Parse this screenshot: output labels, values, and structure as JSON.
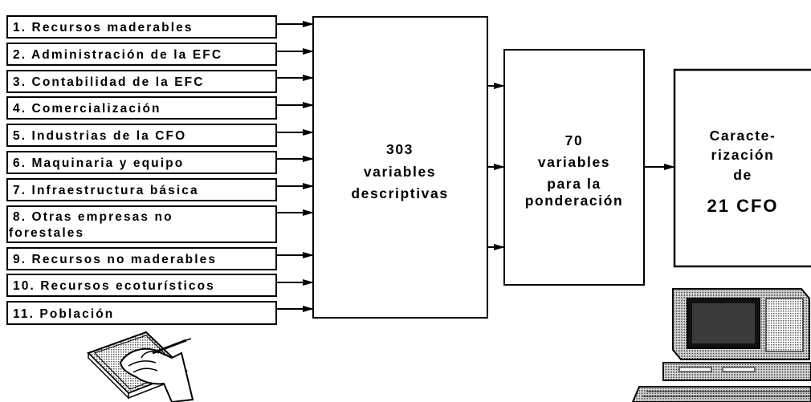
{
  "categories": [
    {
      "lines": [
        "1. Recursos maderables"
      ]
    },
    {
      "lines": [
        "2. Administración de la EFC"
      ]
    },
    {
      "lines": [
        "3. Contabilidad de la EFC"
      ]
    },
    {
      "lines": [
        "4. Comercialización"
      ]
    },
    {
      "lines": [
        "5. Industrias de la CFO"
      ]
    },
    {
      "lines": [
        "6. Maquinaria y equipo"
      ]
    },
    {
      "lines": [
        "7. Infraestructura básica"
      ]
    },
    {
      "lines": [
        "8. Otras empresas no",
        "forestales"
      ]
    },
    {
      "lines": [
        "9. Recursos no maderables"
      ]
    },
    {
      "lines": [
        "10. Recursos ecoturísticos"
      ]
    },
    {
      "lines": [
        "11. Población"
      ]
    }
  ],
  "stage1": {
    "lines": [
      "303",
      "variables",
      "descriptivas"
    ]
  },
  "stage2": {
    "lines": [
      "70",
      "variables",
      "para la",
      "ponderación"
    ]
  },
  "stage3": {
    "lines": [
      "Caracte-",
      "rización",
      "de",
      "21 CFO"
    ]
  },
  "illustrations": {
    "left": "hand-writing-on-notebook-icon",
    "right": "desktop-computer-icon"
  },
  "colors": {
    "ink": "#000000",
    "paper": "#ffffff",
    "shade": "#9a9a9a"
  }
}
